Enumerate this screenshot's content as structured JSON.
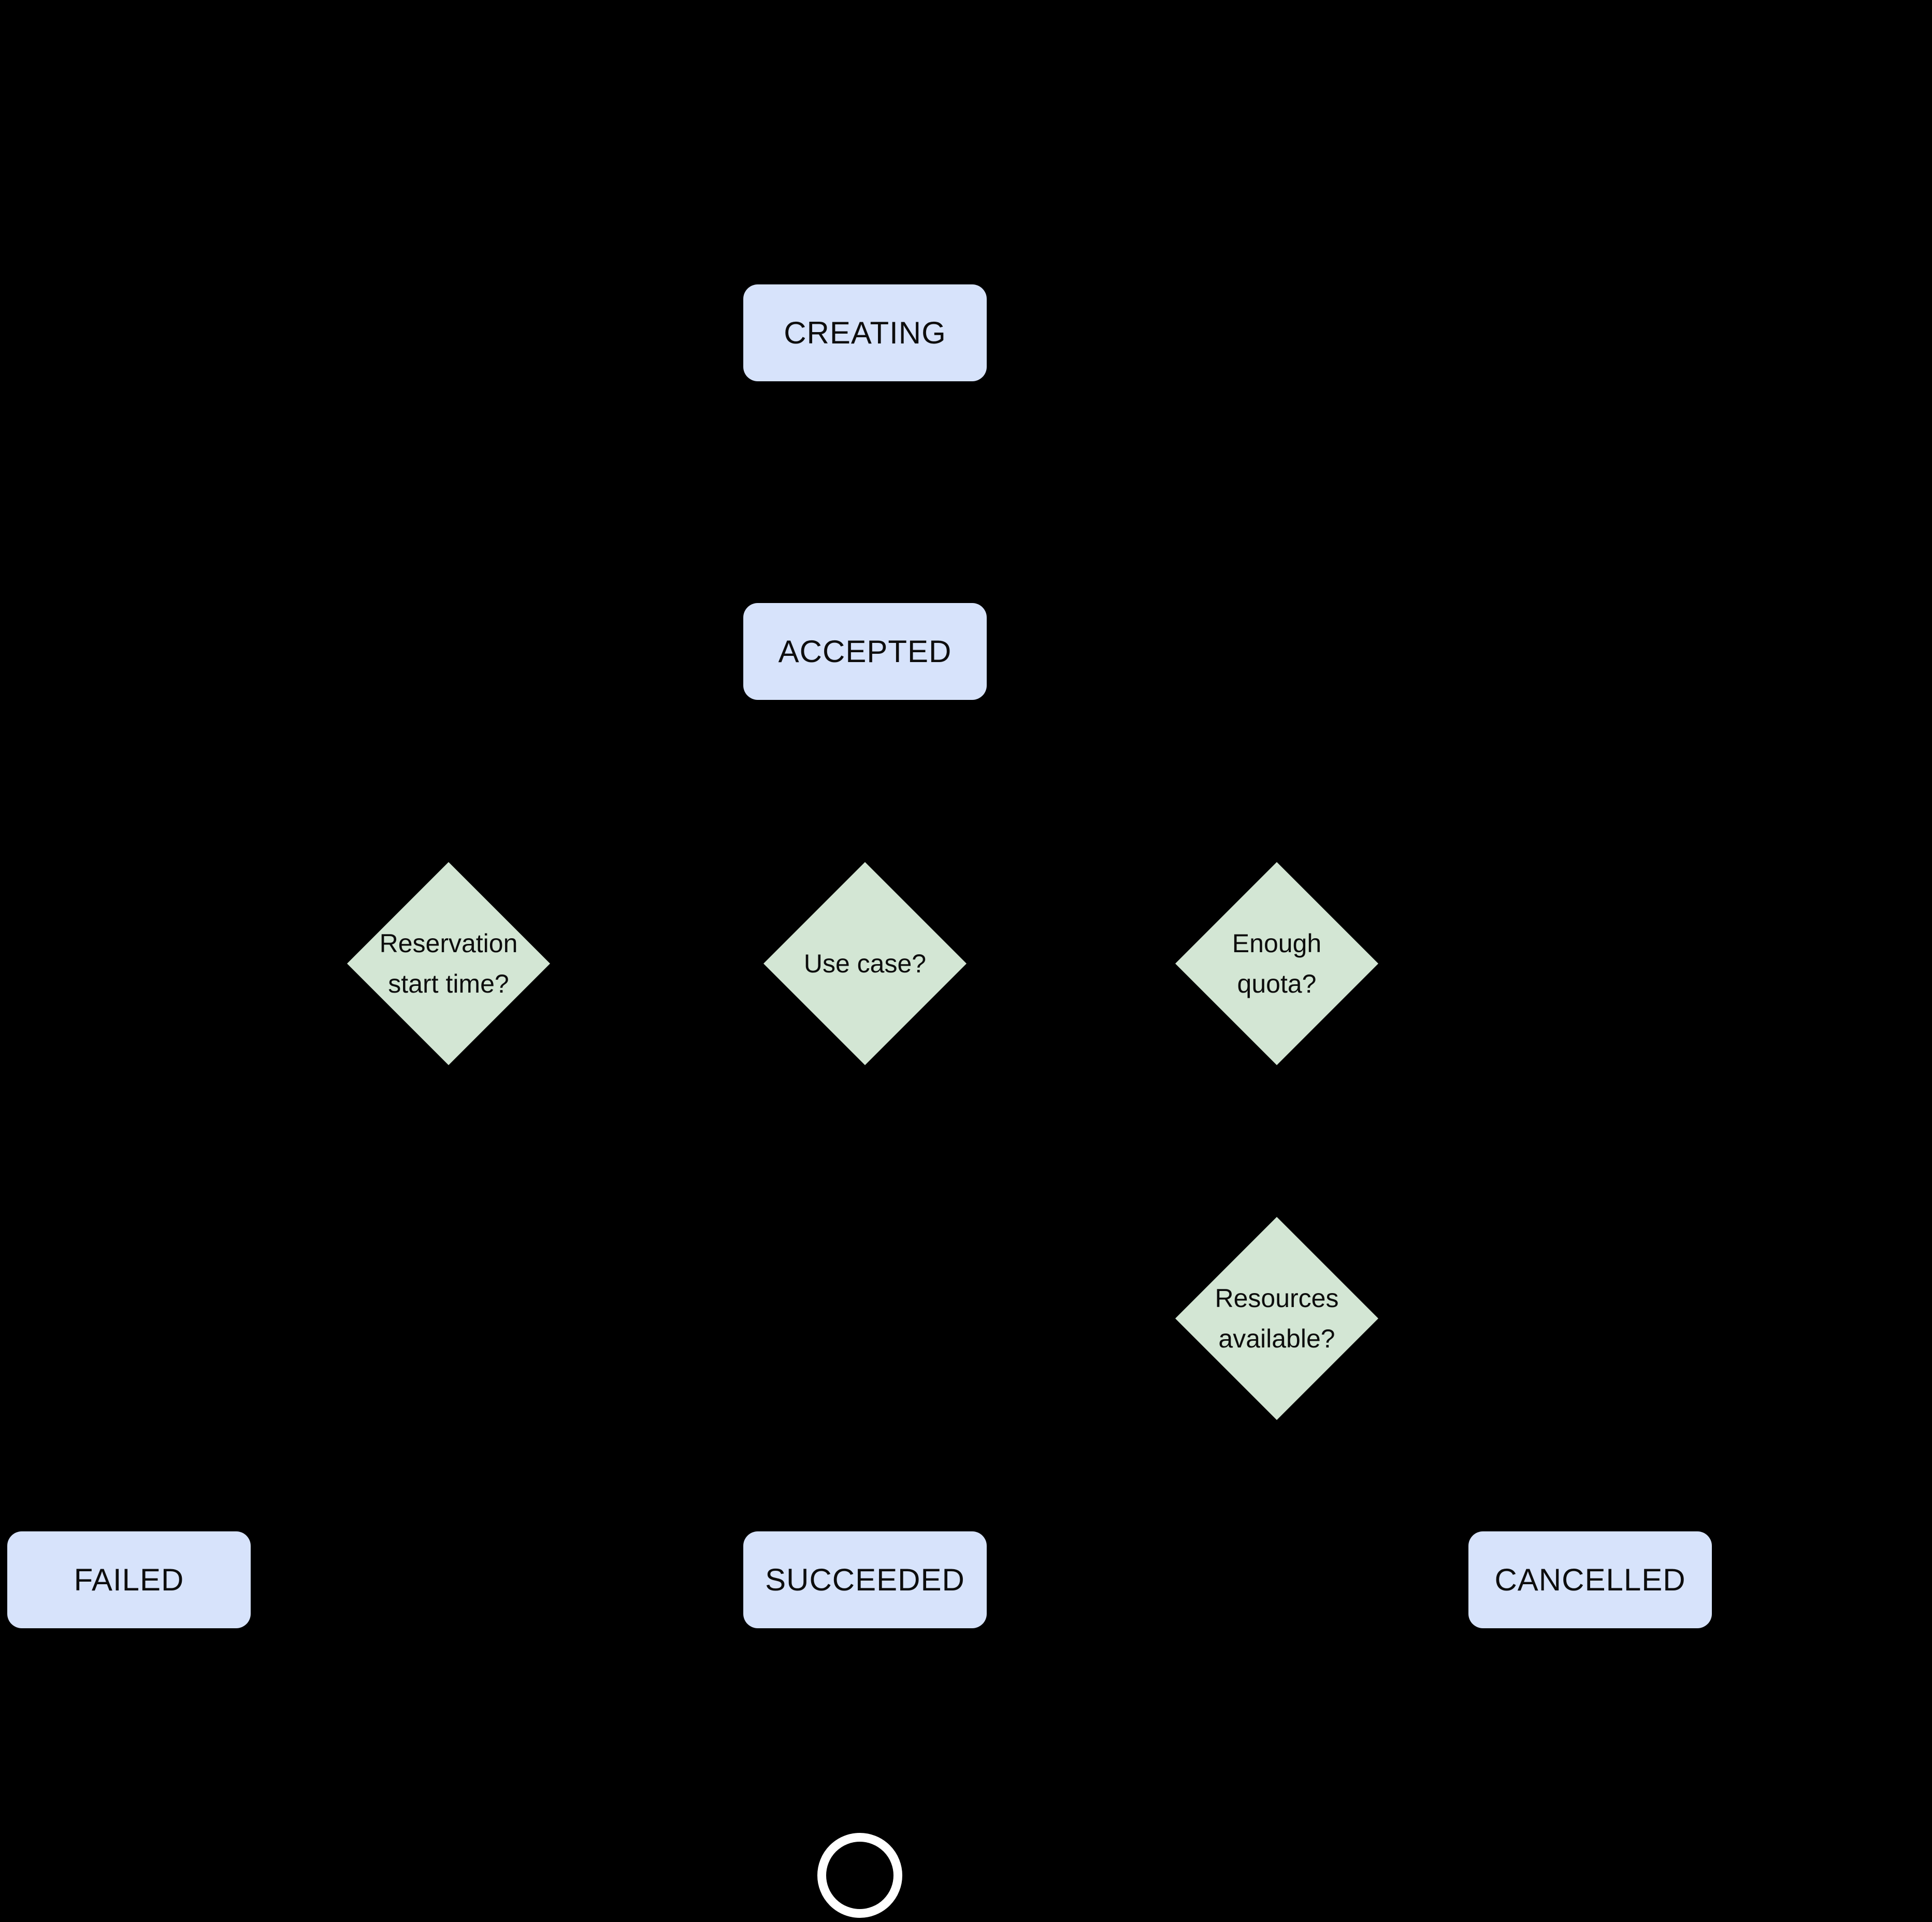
{
  "colors": {
    "background": "#000000",
    "state_fill": "#D7E3FB",
    "decision_fill": "#D3E6D4",
    "label_text": "#0d0d0d",
    "end_ring": "#FFFFFF"
  },
  "nodes": {
    "creating": {
      "type": "state",
      "label": "CREATING"
    },
    "accepted": {
      "type": "state",
      "label": "ACCEPTED"
    },
    "failed": {
      "type": "state",
      "label": "FAILED"
    },
    "succeeded": {
      "type": "state",
      "label": "SUCCEEDED"
    },
    "cancelled": {
      "type": "state",
      "label": "CANCELLED"
    },
    "reservation_start_time": {
      "type": "decision",
      "lines": [
        "Reservation",
        "start time?"
      ]
    },
    "use_case": {
      "type": "decision",
      "lines": [
        "Use case?"
      ]
    },
    "enough_quota": {
      "type": "decision",
      "lines": [
        "Enough",
        "quota?"
      ]
    },
    "resources_available": {
      "type": "decision",
      "lines": [
        "Resources",
        "available?"
      ]
    },
    "end": {
      "type": "terminator"
    }
  }
}
